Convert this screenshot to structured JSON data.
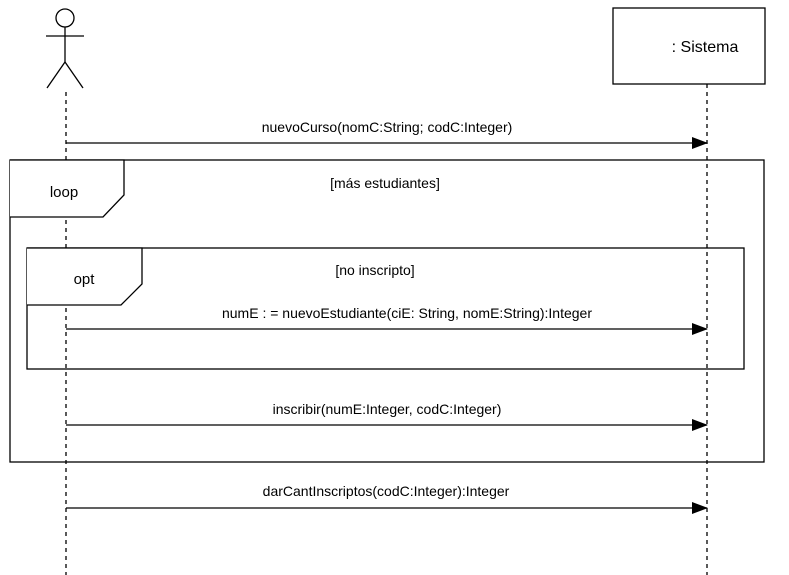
{
  "participant": {
    "name": ": Sistema"
  },
  "messages": [
    {
      "label": "nuevoCurso(nomC:String; codC:Integer)"
    },
    {
      "label": "numE : = nuevoEstudiante(ciE: String, nomE:String):Integer"
    },
    {
      "label": "inscribir(numE:Integer, codC:Integer)"
    },
    {
      "label": "darCantInscriptos(codC:Integer):Integer"
    }
  ],
  "fragments": {
    "loop": {
      "operator": "loop",
      "guard": "[más estudiantes]"
    },
    "opt": {
      "operator": "opt",
      "guard": "[no inscripto]"
    }
  },
  "colors": {
    "line": "#000000",
    "background": "#ffffff"
  }
}
